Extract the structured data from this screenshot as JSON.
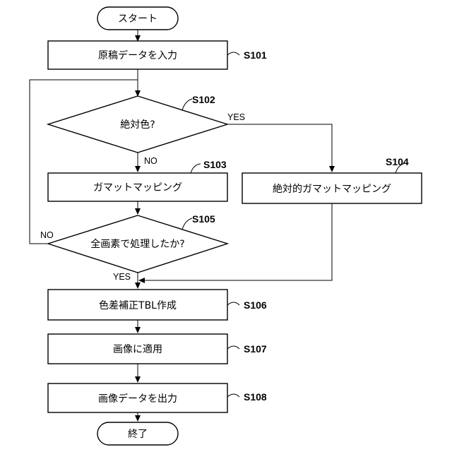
{
  "nodes": {
    "start": {
      "text": "スタート"
    },
    "s101": {
      "text": "原稿データを入力",
      "step": "S101"
    },
    "s102": {
      "text": "絶対色?",
      "step": "S102"
    },
    "s103": {
      "text": "ガマットマッピング",
      "step": "S103"
    },
    "s104": {
      "text": "絶対的ガマットマッピング",
      "step": "S104"
    },
    "s105": {
      "text": "全画素で処理したか?",
      "step": "S105"
    },
    "s106": {
      "text": "色差補正TBL作成",
      "step": "S106"
    },
    "s107": {
      "text": "画像に適用",
      "step": "S107"
    },
    "s108": {
      "text": "画像データを出力",
      "step": "S108"
    },
    "end": {
      "text": "終了"
    }
  },
  "branches": {
    "s102_yes": "YES",
    "s102_no": "NO",
    "s105_yes": "YES",
    "s105_no": "NO"
  },
  "colors": {
    "stroke": "#000000",
    "fill": "#ffffff",
    "text": "#000000"
  }
}
